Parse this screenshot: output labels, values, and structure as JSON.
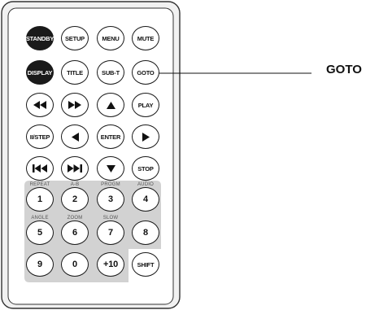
{
  "callout": {
    "label": "GOTO"
  },
  "rows": [
    {
      "id": "row-1",
      "buttons": [
        {
          "name": "standby-button",
          "text": "STANDBY",
          "style": "dark"
        },
        {
          "name": "setup-button",
          "text": "SETUP"
        },
        {
          "name": "menu-button",
          "text": "MENU"
        },
        {
          "name": "mute-button",
          "text": "MUTE"
        }
      ]
    },
    {
      "id": "row-2",
      "buttons": [
        {
          "name": "display-button",
          "text": "DISPLAY",
          "style": "dark"
        },
        {
          "name": "title-button",
          "text": "TITLE"
        },
        {
          "name": "sub-t-button",
          "text": "SUB-T"
        },
        {
          "name": "goto-button",
          "text": "GOTO"
        }
      ]
    },
    {
      "id": "row-3",
      "buttons": [
        {
          "name": "rewind-button",
          "icon": "rewind-icon"
        },
        {
          "name": "fast-forward-button",
          "icon": "fast-forward-icon"
        },
        {
          "name": "up-button",
          "icon": "up-arrow-icon"
        },
        {
          "name": "play-button",
          "text": "PLAY"
        }
      ]
    },
    {
      "id": "row-4",
      "buttons": [
        {
          "name": "pause-step-button",
          "text": "II/STEP"
        },
        {
          "name": "left-button",
          "icon": "left-arrow-icon"
        },
        {
          "name": "enter-button",
          "text": "ENTER"
        },
        {
          "name": "right-button",
          "icon": "right-arrow-icon"
        }
      ]
    },
    {
      "id": "row-5",
      "buttons": [
        {
          "name": "previous-button",
          "icon": "previous-icon"
        },
        {
          "name": "next-button",
          "icon": "next-icon"
        },
        {
          "name": "down-button",
          "icon": "down-arrow-icon"
        },
        {
          "name": "stop-button",
          "text": "STOP"
        }
      ]
    },
    {
      "id": "row-6",
      "buttons": [
        {
          "name": "number-1-button",
          "text": "1",
          "sublabel": "REPEAT"
        },
        {
          "name": "number-2-button",
          "text": "2",
          "sublabel": "A-B"
        },
        {
          "name": "number-3-button",
          "text": "3",
          "sublabel": "PROGM"
        },
        {
          "name": "number-4-button",
          "text": "4",
          "sublabel": "AUDIO"
        }
      ]
    },
    {
      "id": "row-7",
      "buttons": [
        {
          "name": "number-5-button",
          "text": "5",
          "sublabel": "ANGLE"
        },
        {
          "name": "number-6-button",
          "text": "6",
          "sublabel": "ZOOM"
        },
        {
          "name": "number-7-button",
          "text": "7",
          "sublabel": "SLOW"
        },
        {
          "name": "number-8-button",
          "text": "8"
        }
      ]
    },
    {
      "id": "row-8",
      "buttons": [
        {
          "name": "number-9-button",
          "text": "9"
        },
        {
          "name": "number-0-button",
          "text": "0"
        },
        {
          "name": "plus-10-button",
          "text": "+10"
        },
        {
          "name": "shift-button",
          "text": "SHIFT"
        }
      ]
    }
  ]
}
